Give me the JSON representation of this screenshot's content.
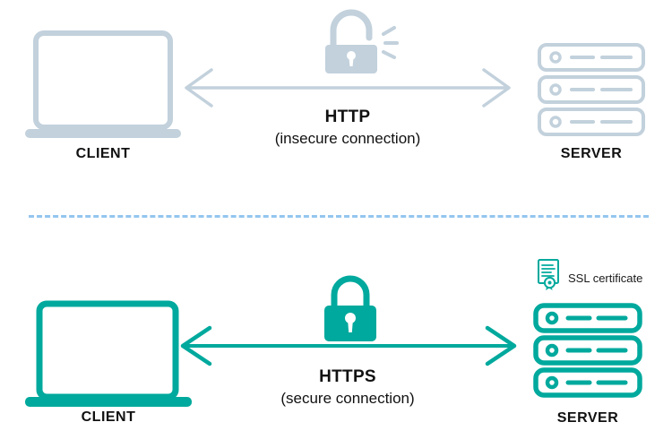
{
  "diagram": {
    "title": "HTTP vs HTTPS connection diagram",
    "colors": {
      "insecure": "#c2d1dc",
      "secure": "#00a99d",
      "divider": "#8fc3ef",
      "text": "#111111",
      "background": "#ffffff"
    }
  },
  "rows": [
    {
      "id": "http-row",
      "state": "insecure",
      "color": "#c2d1dc",
      "client": {
        "label": "CLIENT",
        "icon": "laptop-icon"
      },
      "server": {
        "label": "SERVER",
        "icon": "server-rack-icon"
      },
      "lock": {
        "icon": "unlocked-padlock-icon",
        "state": "unlocked"
      },
      "connection": {
        "icon": "double-headed-arrow-icon",
        "protocol": "HTTP",
        "description": "(insecure connection)"
      }
    },
    {
      "id": "https-row",
      "state": "secure",
      "color": "#00a99d",
      "client": {
        "label": "CLIENT",
        "icon": "laptop-icon"
      },
      "server": {
        "label": "SERVER",
        "icon": "server-rack-icon"
      },
      "lock": {
        "icon": "locked-padlock-icon",
        "state": "locked"
      },
      "certificate": {
        "label": "SSL certificate",
        "icon": "certificate-icon"
      },
      "connection": {
        "icon": "double-headed-arrow-icon",
        "protocol": "HTTPS",
        "description": "(secure connection)"
      }
    }
  ]
}
